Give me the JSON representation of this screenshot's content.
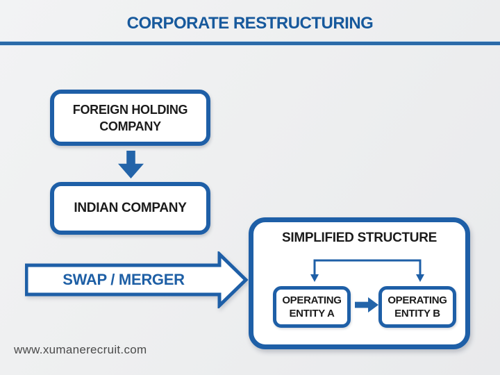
{
  "slide": {
    "title": "CORPORATE RESTRUCTURING",
    "watermark": "www.xumanerecruit.com"
  },
  "colors": {
    "accent_blue": "#1e5fa7",
    "title_blue": "#17599c",
    "arrow_fill_blue": "#2364a9",
    "text_dark": "#1b1b1b",
    "background": "#eeeff0",
    "box_fill": "#ffffff"
  },
  "diagram": {
    "foreign_holding_label": "FOREIGN HOLDING\nCOMPANY",
    "indian_company_label": "INDIAN COMPANY",
    "swap_merger_label": "SWAP / MERGER",
    "simplified_structure": {
      "title": "SIMPLIFIED STRUCTURE",
      "entity_a_label": "OPERATING\nENTITY A",
      "entity_b_label": "OPERATING\nENTITY B"
    }
  }
}
